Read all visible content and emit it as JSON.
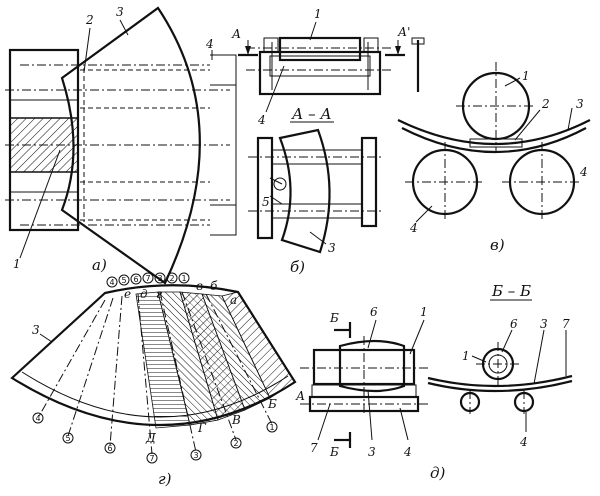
{
  "panels": {
    "a": {
      "caption": "а)",
      "labels": [
        "1",
        "2",
        "3",
        "4"
      ]
    },
    "b": {
      "caption": "б)",
      "labels": [
        "1",
        "4",
        "5",
        "3"
      ],
      "section_marks": [
        "А",
        "А'"
      ],
      "section_title": "А – А"
    },
    "v": {
      "caption": "в)",
      "labels": [
        "1",
        "2",
        "3",
        "4",
        "4"
      ]
    },
    "g": {
      "caption": "г)",
      "label_3": "3",
      "top_circled": [
        "4",
        "5",
        "6",
        "7",
        "3",
        "2",
        "1"
      ],
      "top_letters": [
        "в",
        "б",
        "е",
        "д",
        "г",
        "а"
      ],
      "bottom_circled": [
        "4",
        "5",
        "6",
        "7",
        "3",
        "2",
        "1"
      ],
      "bottom_letters": [
        "Д",
        "Г",
        "В",
        "Б"
      ]
    },
    "d": {
      "caption": "д)",
      "labels": [
        "6",
        "1",
        "7",
        "3",
        "4"
      ],
      "section_mark": "Б",
      "side_letter": "А",
      "section_title": "Б – Б",
      "bb_labels": [
        "1",
        "6",
        "3",
        "7",
        "4"
      ]
    }
  }
}
